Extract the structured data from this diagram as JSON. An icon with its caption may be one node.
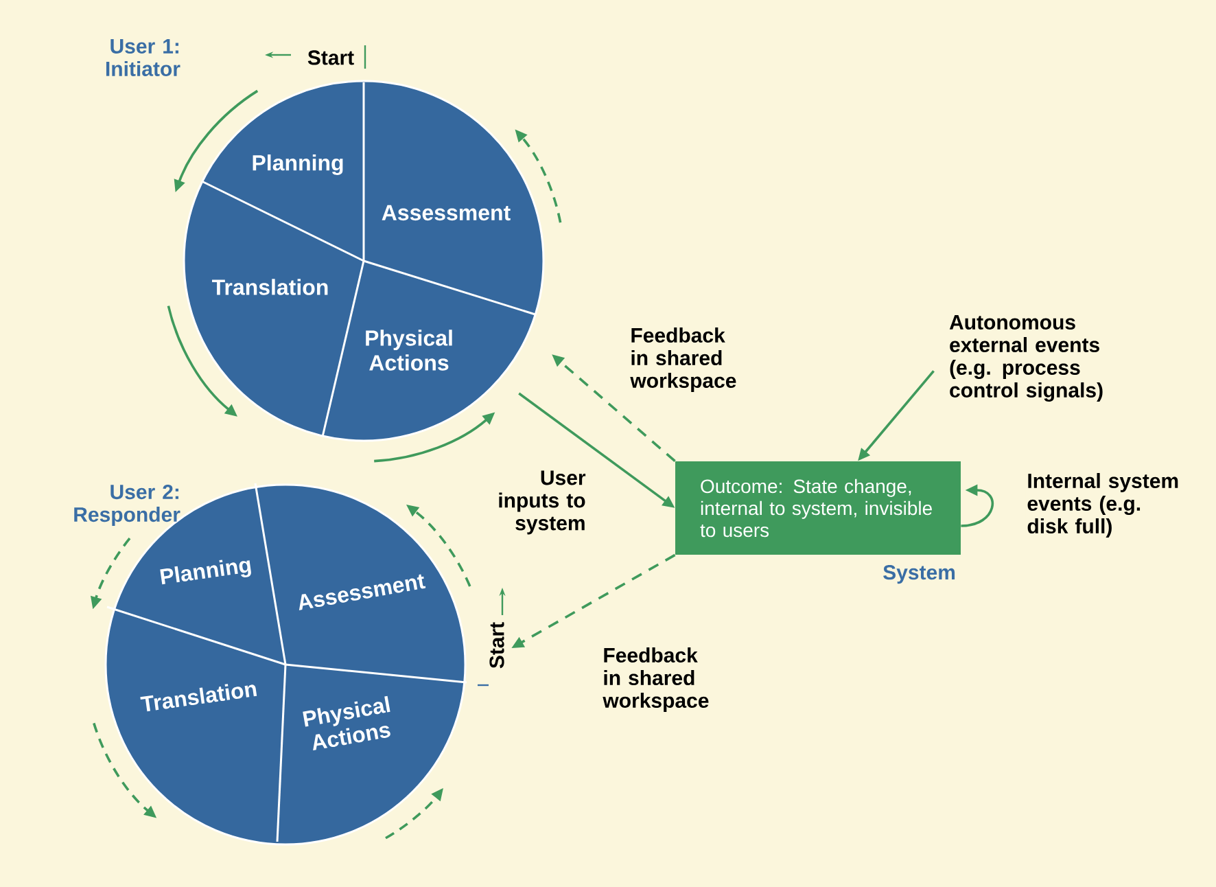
{
  "diagram": {
    "nodes": [
      {
        "text": [
          "User 1: Initiator"
        ]
      },
      {
        "text": [
          "Planning"
        ],
        "in": 0
      },
      {
        "text": [
          "Assessment"
        ],
        "in": 0
      },
      {
        "text": [
          "Translation"
        ],
        "in": 0
      },
      {
        "text": [
          "Physical Actions"
        ],
        "in": 0
      },
      {
        "text": [
          "User 2: Responder"
        ]
      },
      {
        "text": [
          "Planning"
        ],
        "in": 5
      },
      {
        "text": [
          "Assessment"
        ],
        "in": 5
      },
      {
        "text": [
          "Translation"
        ],
        "in": 5
      },
      {
        "text": [
          "Physical Actions"
        ],
        "in": 5
      },
      {
        "text": [
          "Outcome: State change, internal to system, invisible to users"
        ],
        "beside": [
          "System"
        ]
      },
      {
        "text": [
          "Autonomous external events (e.g. process control signals)"
        ]
      }
    ],
    "edges": [
      {
        "from": 10,
        "to": 0,
        "arrow": "to",
        "style": "dashed",
        "label": "Feedback in shared workspace"
      },
      {
        "from": 0,
        "to": 10,
        "arrow": "to",
        "label": "User inputs to system"
      },
      {
        "from": 10,
        "to": 5,
        "arrow": "to",
        "style": "dashed",
        "label": "Feedback in shared workspace"
      },
      {
        "from": 11,
        "to": 10,
        "arrow": "to"
      },
      {
        "from": 10,
        "to": 10,
        "arrow": "to",
        "label": "Internal system events (e.g. disk full)"
      }
    ],
    "labels": [
      "Start",
      "Start"
    ]
  }
}
